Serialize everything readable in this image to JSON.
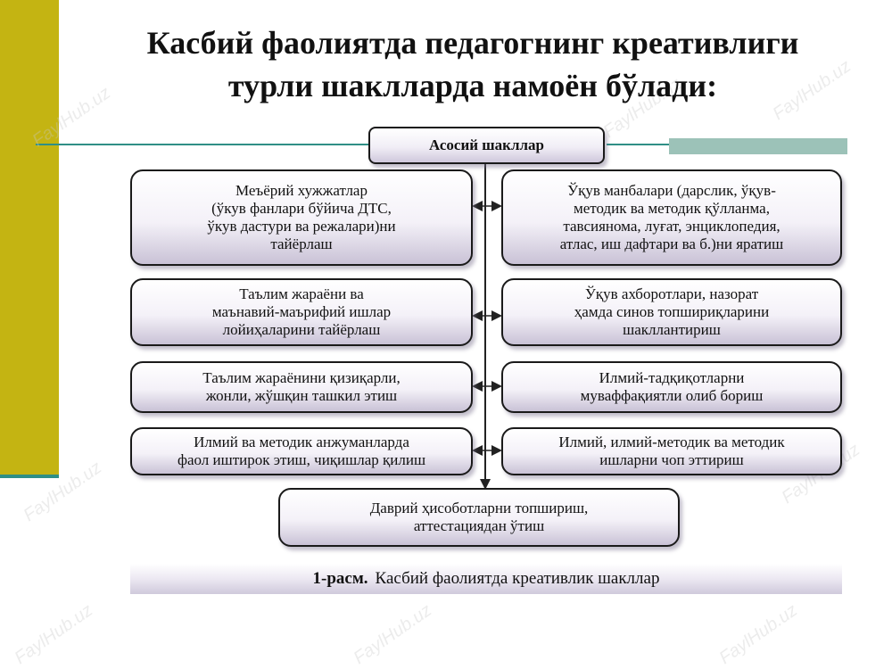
{
  "title": {
    "line1": "Касбий фаолиятда педагогнинг креативлиги",
    "line2": "турли шаклларда намоён бўлади:"
  },
  "header_box": "Асосий шакллар",
  "left_boxes": [
    {
      "lines": [
        "Меъёрий хужжатлар",
        "(ўкув фанлари бўйича ДТС,",
        "ўкув дастури ва режалари)ни",
        "тайёрлаш"
      ]
    },
    {
      "lines": [
        "Таълим жараёни ва",
        "маънавий-маърифий ишлар",
        "лойиҳаларини тайёрлаш"
      ]
    },
    {
      "lines": [
        "Таълим жараёнини қизиқарли,",
        "жонли, жўшқин ташкил этиш"
      ]
    },
    {
      "lines": [
        "Илмий ва методик анжуманларда",
        "фаол иштирок этиш, чиқишлар қилиш"
      ]
    }
  ],
  "right_boxes": [
    {
      "lines": [
        "Ўқув манбалари (дарслик, ўқув-",
        "методик ва методик қўлланма,",
        "тавсиянома, луғат, энциклопедия,",
        "атлас, иш дафтари ва б.)ни яратиш"
      ]
    },
    {
      "lines": [
        "Ўқув ахборотлари, назорат",
        "ҳамда синов топшириқларини",
        "шакллантириш"
      ]
    },
    {
      "lines": [
        "Илмий-тадқиқотларни",
        "муваффақиятли олиб бориш"
      ]
    },
    {
      "lines": [
        "Илмий, илмий-методик ва методик",
        "ишларни чоп эттириш"
      ]
    }
  ],
  "bottom_box": {
    "lines": [
      "Даврий ҳисоботларни топшириш,",
      "аттестациядан ўтиш"
    ]
  },
  "caption": {
    "lead": "1-расм.",
    "text": "Касбий фаолиятда  креативлик шакллар"
  },
  "watermark": "FaylHub.uz",
  "colors": {
    "left_bar": "#c4b412",
    "accent_line": "#2f8f86",
    "accent_band": "#9cc2b8"
  }
}
